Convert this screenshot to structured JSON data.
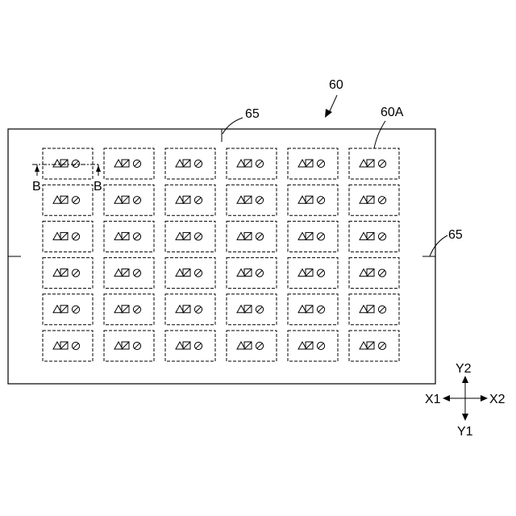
{
  "labels": {
    "sheet": "60",
    "cell": "60A",
    "mark_top": "65",
    "mark_right": "65",
    "section_left": "B",
    "section_right": "B"
  },
  "axes": {
    "up": "Y2",
    "down": "Y1",
    "left": "X1",
    "right": "X2"
  },
  "grid": {
    "rows": 6,
    "cols": 6
  },
  "cell_symbols": [
    "triangle-icon",
    "hatched-square-icon",
    "hatched-circle-icon"
  ]
}
